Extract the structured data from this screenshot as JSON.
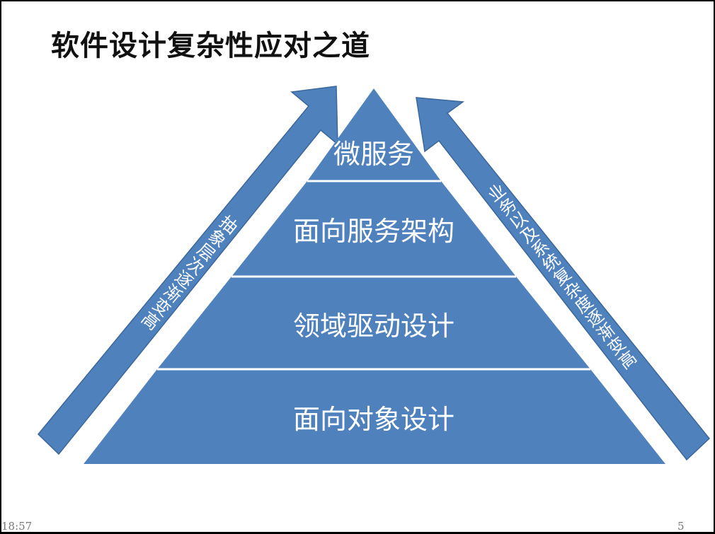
{
  "slide": {
    "title": "软件设计复杂性应对之道",
    "time": "18:57",
    "page_number": "5"
  },
  "pyramid": {
    "fill_color": "#4f81bd",
    "outline_color": "#3b679a",
    "text_color": "#ffffff",
    "levels": [
      {
        "label": "微服务"
      },
      {
        "label": "面向服务架构"
      },
      {
        "label": "领域驱动设计"
      },
      {
        "label": "面向对象设计"
      }
    ]
  },
  "arrows": {
    "left_label": "抽象层次逐渐变高",
    "right_label": "业务以及系统复杂度逐渐变高"
  }
}
